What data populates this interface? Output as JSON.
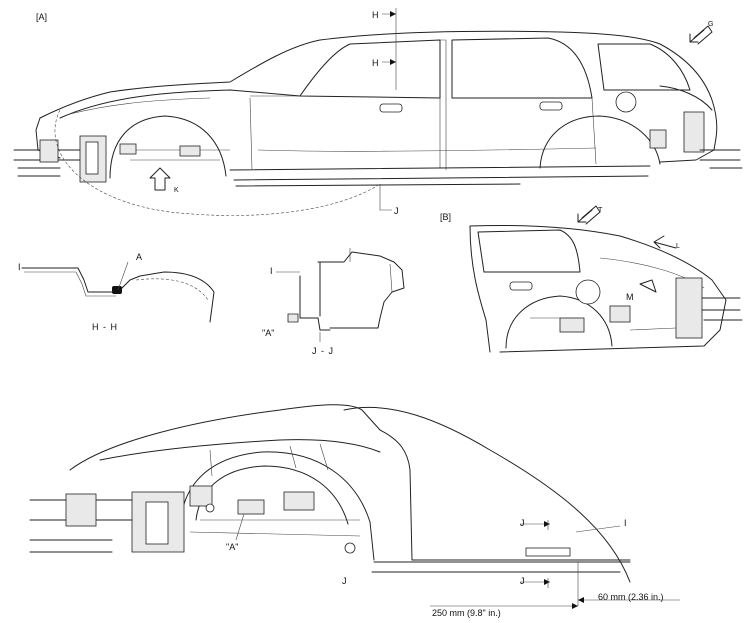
{
  "labels": {
    "view_a": "[A]",
    "view_b": "[B]",
    "marker_h_top": "H",
    "marker_h_bottom": "H",
    "marker_g": "G",
    "marker_k": "K",
    "marker_j_car": "J",
    "marker_t": "T",
    "marker_l": "L",
    "marker_m": "M",
    "section_hh": "H - H",
    "section_jj": "J - J",
    "marker_i_hh": "I",
    "marker_a_hh": "A",
    "marker_i_jj": "I",
    "marker_a_jj": "\"A\"",
    "marker_a_bottom": "\"A\"",
    "marker_j_bottom": "J",
    "marker_j_top_right": "J",
    "marker_j_bot_right": "J",
    "marker_i_bottom": "I",
    "dim_250": "250 mm (9.8\" in.)",
    "dim_60": "60 mm (2.36 in.)"
  }
}
